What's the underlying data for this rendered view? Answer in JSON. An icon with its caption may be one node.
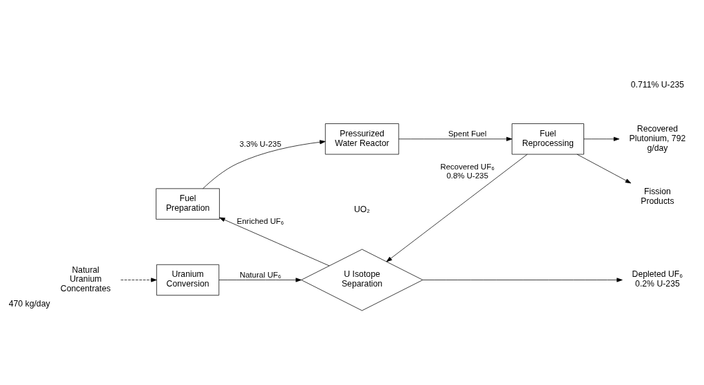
{
  "diagram": {
    "nodes": [
      {
        "text": [
          "Natural Uranium Concentrates"
        ],
        "beside": [
          "470 kg/day"
        ]
      },
      {
        "text": [
          "Uranium Conversion"
        ]
      },
      {
        "text": [
          "U Isotope Separation"
        ]
      },
      {
        "text": [
          "Fuel Preparation"
        ]
      },
      {
        "text": [
          "Pressurized Water Reactor"
        ]
      },
      {
        "text": [
          "Fuel Reprocessing"
        ]
      },
      {
        "text": [
          "Recovered Plutonium, 792 g/day"
        ]
      },
      {
        "text": [
          "Fission Products"
        ]
      },
      {
        "text": [
          "Depleted UF₆ 0.2% U-235"
        ]
      }
    ],
    "edges": [
      {
        "from": 0,
        "to": 1,
        "arrow": "to",
        "style": "dashed"
      },
      {
        "from": 1,
        "to": 2,
        "arrow": "to",
        "label": "Natural UF₆"
      },
      {
        "from": 2,
        "to": 3,
        "arrow": "to",
        "label": "Enriched UF₆"
      },
      {
        "from": 3,
        "to": 4,
        "arrow": "to",
        "label": "3.3% U-235"
      },
      {
        "from": 4,
        "to": 5,
        "arrow": "to",
        "label": "Spent Fuel"
      },
      {
        "from": 5,
        "to": 6,
        "arrow": "to"
      },
      {
        "from": 5,
        "to": 7,
        "arrow": "to"
      },
      {
        "from": 5,
        "to": 2,
        "arrow": "to",
        "label": "Recovered UF₆ 0.8% U-235"
      },
      {
        "from": 2,
        "to": 8,
        "arrow": "to"
      }
    ],
    "labels": [
      "UO₂",
      "0.711% U-235"
    ]
  }
}
